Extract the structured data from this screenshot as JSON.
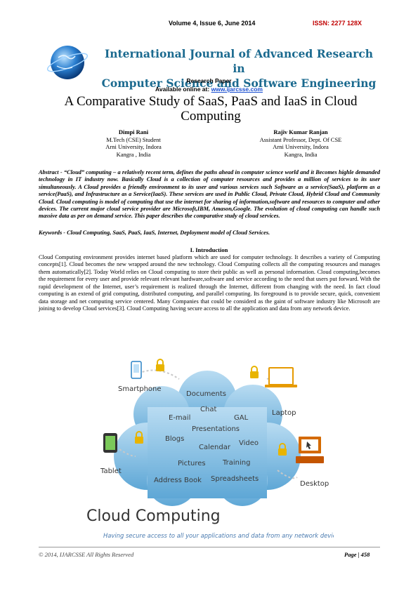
{
  "header": {
    "issue": "Volume 4, Issue 6, June 2014",
    "issn": "ISSN: 2277 128X",
    "journal_line1": "International Journal of Advanced Research in",
    "journal_line2": "Computer Science and Software Engineering",
    "paper_type": "Research Paper",
    "available_prefix": "Available online at: ",
    "url": "www.ijarcsse.com"
  },
  "title": "A Comparative Study of SaaS, PaaS and IaaS in   Cloud Computing",
  "authors": [
    {
      "name": "Dimpi Rani",
      "line1": "M.Tech (CSE) Student",
      "line2": "Arni University, Indora",
      "line3": "Kangra , India"
    },
    {
      "name": "Rajiv Kumar Ranjan",
      "line1": "Assistant Professor, Dept. Of CSE",
      "line2": "Arni University, Indora",
      "line3": "Kangra, India"
    }
  ],
  "abstract": "Abstract -  “Cloud” computing – a relatively recent term, defines the paths ahead in computer science world and  it Becomes highle demanded technology in IT industry now. Basically Cloud is a collection of computer resources and provides a million of services to its user simultaneously. A Cloud provides a friendly environment to its  user and various services such Software as a service(SaaS), platform as a service(PaaS), and Infrastructure as a Service(IaaS). These services are used in Public Cloud, Private Cloud, Hybrid Cloud and Community Cloud. Cloud computing is model of computing that use the internet for sharing of information,software and resources to computer and other devices. The current major cloud service provider are Microsoft,IBM, Amason,Google. The evolution of cloud computing can handle such massive data as per on demand service. This paper describes the comparative study of cloud services.",
  "keywords": "Keywords -  Cloud Computing, SaaS, PaaS, IaaS, Internet, Deployment model of Cloud Services.",
  "section_heading": "I.     Introduction",
  "intro": "Cloud Computing environment provides internet based platform which are used for computer technology. It describes a variety of Computing concepts[1]. Cloud becomes the new wrapped around the new technology. Cloud Computing collects all the computing resources and manages them automatically[2]. Today World relies on Cloud computing to store their public as well as personal information. Cloud computing,becomes the requirement for every user and provide relevant relevant hardware,software and service according to the need that users put forward. With the rapid development of the Internet, user’s requirement is realized through the Internet, different from changing with the need. In fact cloud computing is an extend of grid computing, distributed computing, and parallel computing. Its foreground is to provide secure, quick, convenient data storage and net computing service centered. Many Companies that could be considerd as the gaint of software industry like Microsoft are joining to develop Cloud services[3]. Cloud Computing having secure access to all the application and data from any network device.",
  "figure": {
    "cloud_words": [
      "Documents",
      "Chat",
      "E-mail",
      "GAL",
      "Presentations",
      "Blogs",
      "Calendar",
      "Video",
      "Pictures",
      "Training",
      "Address Book",
      "Spreadsheets"
    ],
    "devices": [
      "Smartphone",
      "Laptop",
      "Tablet",
      "Desktop"
    ],
    "caption_title": "Cloud Computing",
    "caption_sub": "Having secure access to all your applications and data from any network device"
  },
  "footer": {
    "copyright": "© 2014, IJARCSSE All Rights Reserved",
    "page": "Page | 458"
  },
  "colors": {
    "journal": "#1b6a8f",
    "issn": "#c00000",
    "cloud": "#6fb1d8",
    "lock": "#e8b400"
  }
}
